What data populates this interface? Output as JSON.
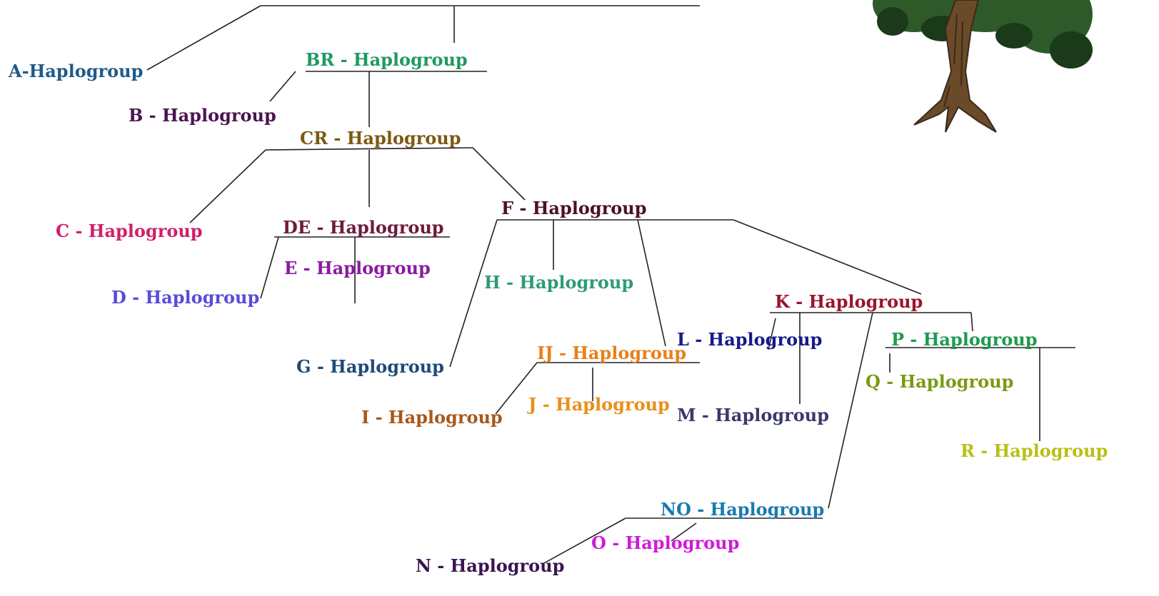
{
  "nodes": [
    {
      "id": "A",
      "label": "A-Haplogroup",
      "color": "#1f5a8a"
    },
    {
      "id": "BR",
      "label": "BR - Haplogroup",
      "color": "#1e9a5e"
    },
    {
      "id": "B",
      "label": "B - Haplogroup",
      "color": "#4a1450"
    },
    {
      "id": "CR",
      "label": "CR - Haplogroup",
      "color": "#7a5a14"
    },
    {
      "id": "C",
      "label": "C - Haplogroup",
      "color": "#d0206a"
    },
    {
      "id": "DE",
      "label": "DE - Haplogroup",
      "color": "#6e1a3c"
    },
    {
      "id": "E",
      "label": "E - Haplogroup",
      "color": "#8a1aa0"
    },
    {
      "id": "D",
      "label": "D - Haplogroup",
      "color": "#5a4ad8"
    },
    {
      "id": "F",
      "label": "F - Haplogroup",
      "color": "#4a1228"
    },
    {
      "id": "H",
      "label": "H - Haplogroup",
      "color": "#2e9a7a"
    },
    {
      "id": "G",
      "label": "G - Haplogroup",
      "color": "#1f4a7a"
    },
    {
      "id": "IJ",
      "label": "IJ - Haplogroup",
      "color": "#e8801a"
    },
    {
      "id": "I",
      "label": "I - Haplogroup",
      "color": "#a8581a"
    },
    {
      "id": "J",
      "label": "J - Haplogroup",
      "color": "#e8901a"
    },
    {
      "id": "K",
      "label": "K - Haplogroup",
      "color": "#9a1430"
    },
    {
      "id": "L",
      "label": "L - Haplogroup",
      "color": "#141a8a"
    },
    {
      "id": "M",
      "label": "M - Haplogroup",
      "color": "#3a3a6a"
    },
    {
      "id": "P",
      "label": "P - Haplogroup",
      "color": "#1e9a4e"
    },
    {
      "id": "Q",
      "label": "Q - Haplogroup",
      "color": "#7a9a14"
    },
    {
      "id": "R",
      "label": "R - Haplogroup",
      "color": "#b8c014"
    },
    {
      "id": "NO",
      "label": "NO - Haplogroup",
      "color": "#1a7ab0"
    },
    {
      "id": "O",
      "label": "O - Haplogroup",
      "color": "#d01ad8"
    },
    {
      "id": "N",
      "label": "N - Haplogroup",
      "color": "#3a1450"
    }
  ],
  "edges": [
    [
      "root",
      "A"
    ],
    [
      "root",
      "BR"
    ],
    [
      "BR",
      "B"
    ],
    [
      "BR",
      "CR"
    ],
    [
      "CR",
      "C"
    ],
    [
      "CR",
      "DE"
    ],
    [
      "CR",
      "F"
    ],
    [
      "DE",
      "D"
    ],
    [
      "DE",
      "E"
    ],
    [
      "F",
      "G"
    ],
    [
      "F",
      "H"
    ],
    [
      "F",
      "IJ"
    ],
    [
      "F",
      "K"
    ],
    [
      "IJ",
      "I"
    ],
    [
      "IJ",
      "J"
    ],
    [
      "K",
      "L"
    ],
    [
      "K",
      "M"
    ],
    [
      "K",
      "NO"
    ],
    [
      "K",
      "P"
    ],
    [
      "P",
      "Q"
    ],
    [
      "P",
      "R"
    ],
    [
      "NO",
      "N"
    ],
    [
      "NO",
      "O"
    ]
  ],
  "line_color": "#222222",
  "tree_colors": {
    "trunk": "#6b4a2a",
    "bark_shadow": "#3a2a1a",
    "foliage": "#2e5a2a",
    "foliage_dark": "#1a3a1a"
  }
}
